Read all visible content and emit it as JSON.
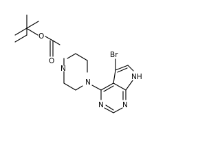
{
  "structure": {
    "atoms": {
      "o_ester": "O",
      "o_carbonyl": "O",
      "n_piperazine_1": "N",
      "n_piperazine_4": "N",
      "br": "Br",
      "n_pyrimidine_3": "N",
      "n_pyrimidine_1": "N",
      "nh_pyrrole": "NH"
    }
  }
}
